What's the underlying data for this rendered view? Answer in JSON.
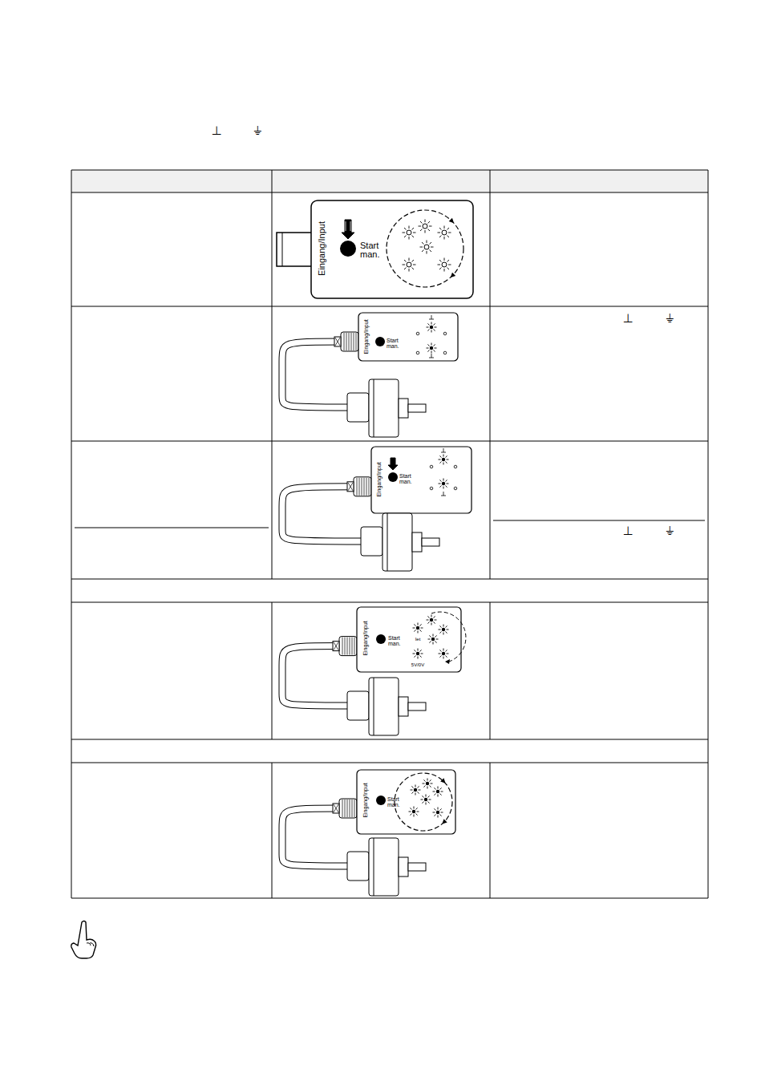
{
  "diagram": {
    "labels": [
      "⊥",
      "⏚",
      "Eingang/Input",
      "Start man.",
      "Eingang/Input",
      "Start man.",
      "⊥",
      "⏚",
      "Eingang/Input",
      "Start man.",
      "⊥",
      "⏚",
      "Eingang/Input",
      "Start man.",
      "Iet",
      "5V/0V",
      "Eingang/Input",
      "Start man."
    ]
  }
}
